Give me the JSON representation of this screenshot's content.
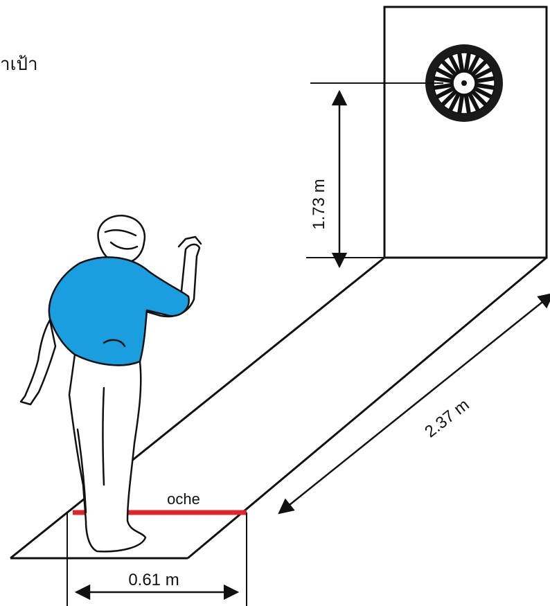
{
  "labels": {
    "partial_heading": "าเป้า",
    "height": "1.73 m",
    "distance": "2.37 m",
    "oche": "oche",
    "width": "0.61 m"
  },
  "colors": {
    "line": "#111111",
    "shirt": "#1a9ee0",
    "oche_line": "#e0242b",
    "background": "#ffffff"
  },
  "icons": [
    "dartboard-icon",
    "person-throwing-figure",
    "dimension-arrow"
  ]
}
